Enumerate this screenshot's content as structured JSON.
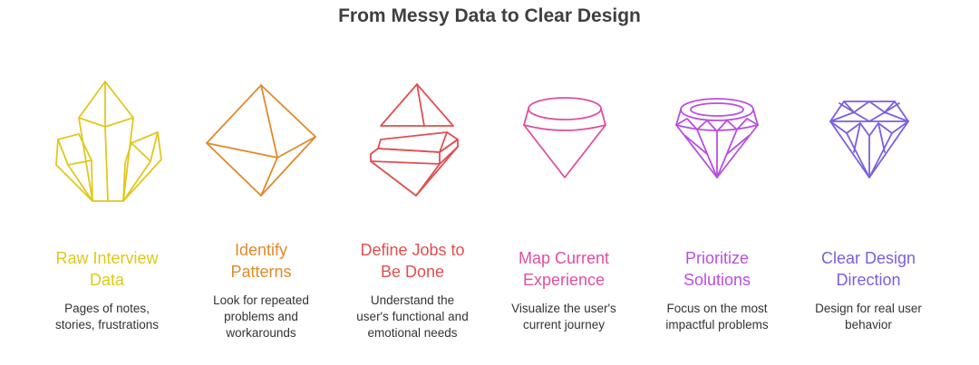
{
  "title": "From Messy Data to Clear Design",
  "steps": [
    {
      "title_line1": "Raw Interview",
      "title_line2": "Data",
      "desc_line1": "Pages of notes,",
      "desc_line2": "stories, frustrations",
      "desc_line3": "",
      "color": "#e0c81c",
      "icon": "crystal-cluster-icon"
    },
    {
      "title_line1": "Identify",
      "title_line2": "Patterns",
      "desc_line1": "Look for repeated",
      "desc_line2": "problems and",
      "desc_line3": "workarounds",
      "color": "#e08a2c",
      "icon": "octahedron-icon"
    },
    {
      "title_line1": "Define Jobs to",
      "title_line2": "Be Done",
      "desc_line1": "Understand the",
      "desc_line2": "user's functional and",
      "desc_line3": "emotional needs",
      "color": "#e04f4f",
      "icon": "split-gem-icon"
    },
    {
      "title_line1": "Map Current",
      "title_line2": "Experience",
      "desc_line1": "Visualize the user's",
      "desc_line2": "current journey",
      "desc_line3": "",
      "color": "#e04fa0",
      "icon": "simple-diamond-icon"
    },
    {
      "title_line1": "Prioritize",
      "title_line2": "Solutions",
      "desc_line1": "Focus on the most",
      "desc_line2": "impactful problems",
      "desc_line3": "",
      "color": "#b94fe0",
      "icon": "faceted-diamond-icon"
    },
    {
      "title_line1": "Clear Design",
      "title_line2": "Direction",
      "desc_line1": "Design for real user",
      "desc_line2": "behavior",
      "desc_line3": "",
      "color": "#7b5fe0",
      "icon": "brilliant-diamond-icon"
    }
  ]
}
